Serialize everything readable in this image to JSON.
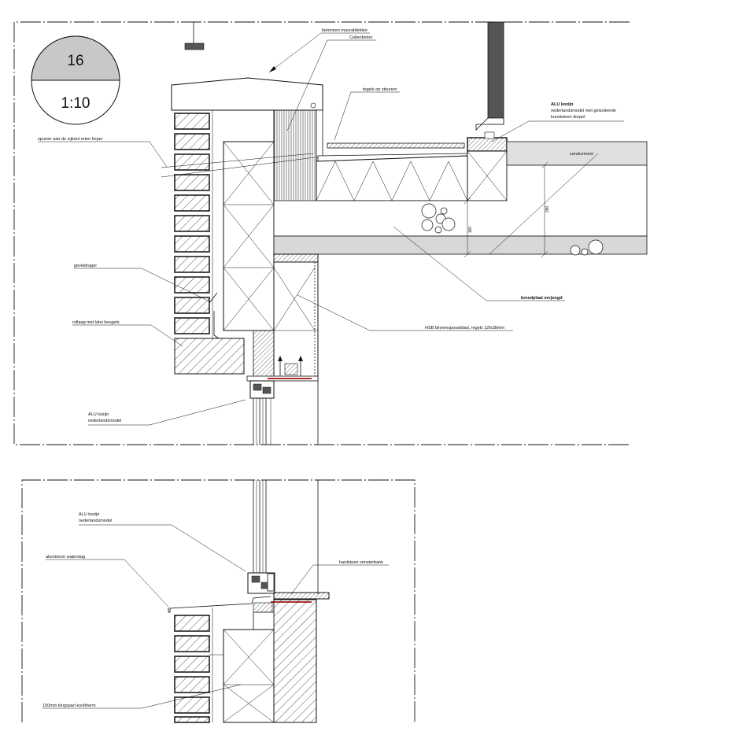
{
  "detail": {
    "number": "16",
    "scale": "1:10"
  },
  "labels": {
    "betonnen_muurafdekker": "betonnen muurafdekker",
    "cellenbeton": "Cellenbeton",
    "tegels_op_steunen": "tegels op steunen",
    "alu_kozijn_dorpel_1": "ALU kozijn",
    "alu_kozijn_dorpel_2": "nederlandsmodel met geisoleerde",
    "alu_kozijn_dorpel_3": "kunststeen dorpel",
    "zandcement": "zandcement",
    "spuwer": "spuwer aan de zijkant erker koper",
    "geveldrager": "geveldrager",
    "rollaag": "rollaag met latei beugels",
    "breedplaat": "breedplaat verjongd",
    "hsb": "HSB binnenspouwblad, regels 12fx38mm",
    "alu_kozijn_top_1": "ALU kozijn",
    "alu_kozijn_top_2": "nederlandsmodel",
    "alu_kozijn_bottom_1": "ALU kozijn",
    "alu_kozijn_bottom_2": "nederlandsmodel",
    "waterslag": "aluminium waterslag",
    "vensterbank": "hardsteen vensterbank",
    "kingspan": "150mm kingspan kooltherm"
  },
  "dimensions": {
    "d160": "160",
    "d280": "280"
  },
  "colors": {
    "line": "#111111",
    "concrete_fill": "#d8d8d8",
    "floor_fill": "#e0e0e0",
    "scale_fill": "#c8c8c8",
    "membrane": "#b03030",
    "frame_dark": "#555555"
  }
}
